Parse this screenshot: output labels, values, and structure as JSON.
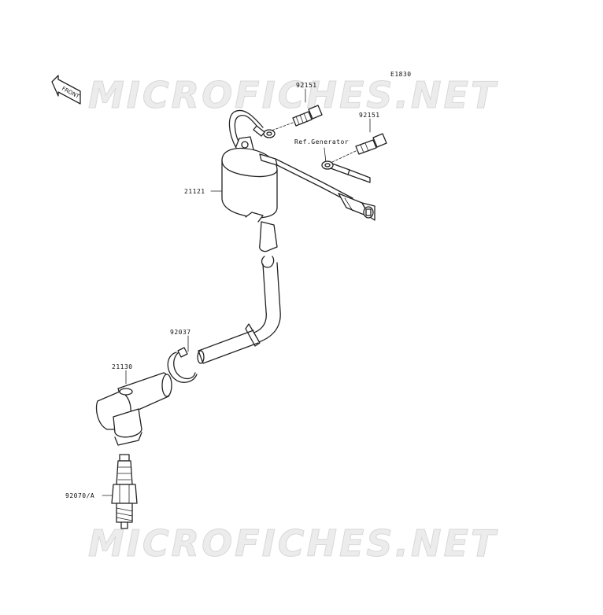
{
  "diagram_code": "E1830",
  "front_label": "FRONT",
  "watermark": "MICROFICHES.NET",
  "parts": [
    {
      "id": "bolt-1",
      "number": "92151"
    },
    {
      "id": "bolt-2",
      "number": "92151"
    },
    {
      "id": "ref",
      "number": "Ref.Generator"
    },
    {
      "id": "coil",
      "number": "21121"
    },
    {
      "id": "clamp",
      "number": "92037"
    },
    {
      "id": "cap",
      "number": "21130"
    },
    {
      "id": "plug",
      "number": "92070/A"
    }
  ]
}
